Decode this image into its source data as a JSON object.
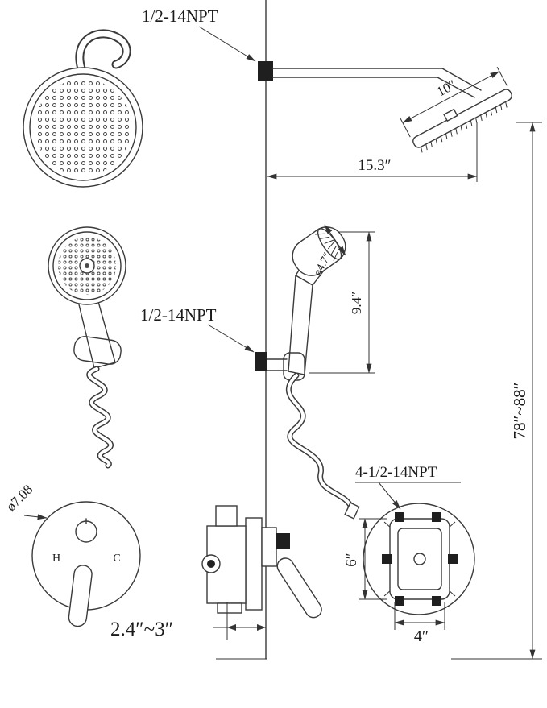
{
  "diagram": {
    "labels": {
      "arm_npt": "1/2-14NPT",
      "head_width": "10″",
      "arm_reach": "15.3″",
      "face_diameter": "ø4.7″",
      "handheld_height": "9.4″",
      "handheld_npt": "1/2-14NPT",
      "install_height": "78″~88″",
      "plate_diameter": "ø7.08",
      "hot": "H",
      "cold": "C",
      "wall_depth": "2.4″~3″",
      "valve_npt": "4-1/2-14NPT",
      "valve_height": "6″",
      "valve_width": "4″"
    }
  }
}
